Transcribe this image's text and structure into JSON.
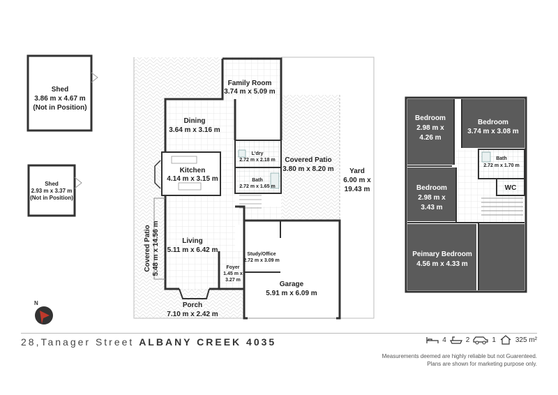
{
  "rooms": {
    "shed1": {
      "name": "Shed",
      "dims": "3.86 m x 4.67 m",
      "note": "(Not in Position)"
    },
    "shed2": {
      "name": "Shed",
      "dims": "2.93 m x 3.37 m",
      "note": "(Not in Position)"
    },
    "family": {
      "name": "Family Room",
      "dims": "3.74 m x 5.09 m"
    },
    "dining": {
      "name": "Dining",
      "dims": "3.64 m x 3.16 m"
    },
    "kitchen": {
      "name": "Kitchen",
      "dims": "4.14 m x 3.15 m"
    },
    "laundry": {
      "name": "L'dry",
      "dims": "2.72 m x 2.18 m"
    },
    "bath_ground": {
      "name": "Bath",
      "dims": "2.72 m x 1.65 m"
    },
    "covered_patio": {
      "name": "Covered Patio",
      "dims": "3.80 m x 8.20 m"
    },
    "yard": {
      "name": "Yard",
      "dims1": "6.00 m x",
      "dims2": "19.43 m"
    },
    "side_patio": {
      "name": "Covered Patio",
      "dims": "5.48 m x 14.56 m"
    },
    "living": {
      "name": "Living",
      "dims": "5.11 m x 6.42 m"
    },
    "study": {
      "name": "Study/Office",
      "dims": "2.72 m x 3.09 m"
    },
    "foyer": {
      "name": "Foyer",
      "dims1": "1.45 m x",
      "dims2": "3.27 m"
    },
    "garage": {
      "name": "Garage",
      "dims": "5.91 m x 6.09 m"
    },
    "porch": {
      "name": "Porch",
      "dims": "7.10 m x 2.42 m"
    },
    "bed1": {
      "name": "Bedroom",
      "dims1": "2.98 m x",
      "dims2": "4.26 m"
    },
    "bed2": {
      "name": "Bedroom",
      "dims": "3.74 m x 3.08 m"
    },
    "bath_upper": {
      "name": "Bath",
      "dims": "2.72 m x 1.70 m"
    },
    "bed3": {
      "name": "Bedroom",
      "dims1": "2.98 m x",
      "dims2": "3.43 m"
    },
    "wc": {
      "name": "WC"
    },
    "primary": {
      "name": "Peimary Bedroom",
      "dims": "4.56 m x 4.33 m"
    }
  },
  "compass": {
    "letter": "N"
  },
  "footer": {
    "street": "28,Tanager Street",
    "suburb": "ALBANY CREEK 4035",
    "beds": "4",
    "baths": "2",
    "cars": "1",
    "area": "325 m²",
    "disclaimer1": "Measurements deemed are highly reliable but not Guarenteed.",
    "disclaimer2": "Plans are shown for marketing purpose only."
  },
  "colors": {
    "wall": "#333333",
    "dark_room": "#5b5b5b",
    "grid": "#e6e6e6",
    "tile": "#cfcfcf",
    "accent": "#c0392b"
  }
}
